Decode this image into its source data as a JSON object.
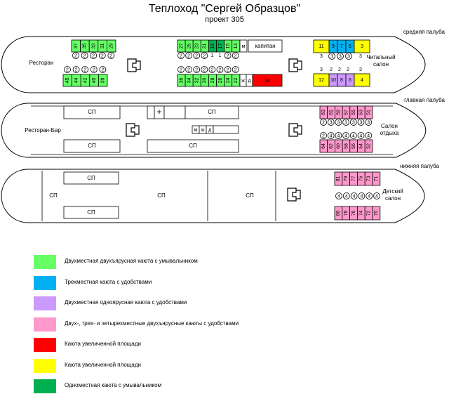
{
  "header": {
    "title": "Теплоход \"Сергей Образцов\"",
    "subtitle": "проект 305"
  },
  "colors": {
    "green_two_berth": "#66ff66",
    "blue_three_berth": "#00b0f0",
    "lilac_two_single": "#cc99ff",
    "pink_multi": "#ff99cc",
    "red_large": "#ff0000",
    "yellow_large": "#ffff00",
    "dark_green_single": "#00b050"
  },
  "decks": {
    "middle": {
      "name": "средняя палуба",
      "restaurant": "Ресторан",
      "captain": "капитан",
      "m_label": "м",
      "zh_label": "ж",
      "d_label": "д",
      "reading_room_1": "Читальный",
      "reading_room_2": "салон",
      "fwd_top_cabins": [
        "37",
        "35",
        "33",
        "31",
        "29"
      ],
      "fwd_bottom_cabins": [
        "45",
        "44",
        "42",
        "40",
        "39"
      ],
      "mid_top_cabins": [
        "27",
        "25",
        "23",
        "21",
        "19",
        "17",
        "15",
        "13"
      ],
      "mid_bottom_cabins": [
        "36",
        "34",
        "32",
        "30",
        "28",
        "26",
        "24",
        "22"
      ],
      "red_cabin": "18",
      "aft_top_cabins": [
        "11",
        "9",
        "7",
        "5",
        "3"
      ],
      "aft_bottom_cabins": [
        "12",
        "10",
        "8",
        "6",
        "4"
      ],
      "berth_numbers_top_aft": [
        "3",
        "3",
        "3",
        "3",
        "3"
      ],
      "berth_numbers_bottom_aft": [
        "3",
        "2",
        "2",
        "2",
        "3"
      ],
      "berths_fwd_top": [
        "2",
        "2",
        "2",
        "2",
        "2"
      ],
      "berths_fwd_bottom": [
        "2",
        "2",
        "2",
        "2",
        "2"
      ],
      "berths_mid_top": [
        "2",
        "2",
        "2",
        "2",
        "1",
        "1",
        "2",
        "2"
      ],
      "berths_mid_bottom": [
        "2",
        "2",
        "2",
        "2",
        "2",
        "2",
        "2",
        "2"
      ]
    },
    "main": {
      "name": "главная палуба",
      "restaurant_bar": "Ресторан-Бар",
      "lounge_1": "Салон",
      "lounge_2": "отдыха",
      "sp": "СП",
      "plus": "+",
      "m_label": "м",
      "zh_label": "ж",
      "d_label": "д",
      "top_cabins": [
        "63",
        "61",
        "59",
        "57",
        "55",
        "53",
        "51"
      ],
      "bottom_cabins": [
        "64",
        "62",
        "60",
        "58",
        "56",
        "54",
        "52"
      ],
      "berths_top": [
        "2",
        "3",
        "3",
        "3",
        "3",
        "3",
        "3"
      ],
      "berths_bottom": [
        "2",
        "4",
        "4",
        "4",
        "4",
        "4",
        "4"
      ]
    },
    "lower": {
      "name": "нижняя палуба",
      "sp": "СП",
      "kids_1": "Детский",
      "kids_2": "салон",
      "top_cabins": [
        "81",
        "79",
        "77",
        "75",
        "73",
        "71"
      ],
      "bottom_cabins": [
        "80",
        "78",
        "76",
        "74",
        "72",
        "70"
      ],
      "berths": [
        "4",
        "4",
        "4",
        "4",
        "4",
        "4"
      ]
    }
  },
  "legend": [
    {
      "color": "#66ff66",
      "label": "Двухместная двухъярусная каюта с умывальником"
    },
    {
      "color": "#00b0f0",
      "label": "Трехместная каюта с удобствами"
    },
    {
      "color": "#cc99ff",
      "label": "Двухместная одноярусная каюта с удобствами"
    },
    {
      "color": "#ff99cc",
      "label": "Двух-, трех- и четырехместные двухъярусные каюты с удобствами"
    },
    {
      "color": "#ff0000",
      "label": "Каюта увеличенной площади"
    },
    {
      "color": "#ffff00",
      "label": "Каюта увеличенной площади"
    },
    {
      "color": "#00b050",
      "label": "Одноместная каюта с умывальником"
    }
  ]
}
